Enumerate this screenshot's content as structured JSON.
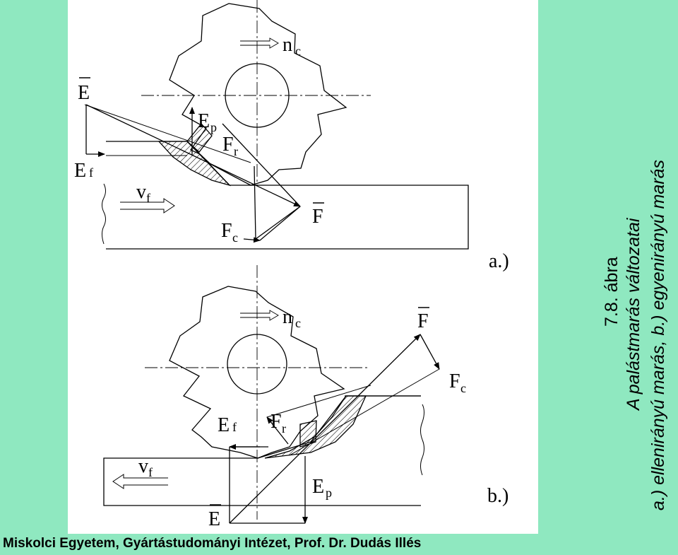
{
  "diagram_a": {
    "E_bar": "E",
    "Ep_main": "E",
    "Ep_sub": "p",
    "Ef_main": "E",
    "Ef_sub": "f",
    "Fr_main": "F",
    "Fr_sub": "r",
    "vf_main": "v",
    "vf_sub": "f",
    "Fc_main": "F",
    "Fc_sub": "c",
    "F_bar": "F",
    "nc_main": "n",
    "nc_sub": "c",
    "label": "a.)"
  },
  "diagram_b": {
    "nc_main": "n",
    "nc_sub": "c",
    "F_bar": "F",
    "Fc_main": "F",
    "Fc_sub": "c",
    "Ef_main": "E",
    "Ef_sub": "f",
    "Fr_main": "F",
    "Fr_sub": "r",
    "vf_main": "v",
    "vf_sub": "f",
    "Ep_main": "E",
    "Ep_sub": "p",
    "E_bar": "E",
    "label": "b.)"
  },
  "caption": {
    "line1": "7.8. ábra",
    "line2": "A palástmarás változatai",
    "line3": "a.) ellenirányú marás, b.) egyenirányú marás"
  },
  "footer": "Miskolci Egyetem, Gyártástudományi Intézet, Prof. Dr. Dudás Illés",
  "colors": {
    "background": "#8fe8c0",
    "panel": "#ffffff",
    "ink": "#000000"
  }
}
